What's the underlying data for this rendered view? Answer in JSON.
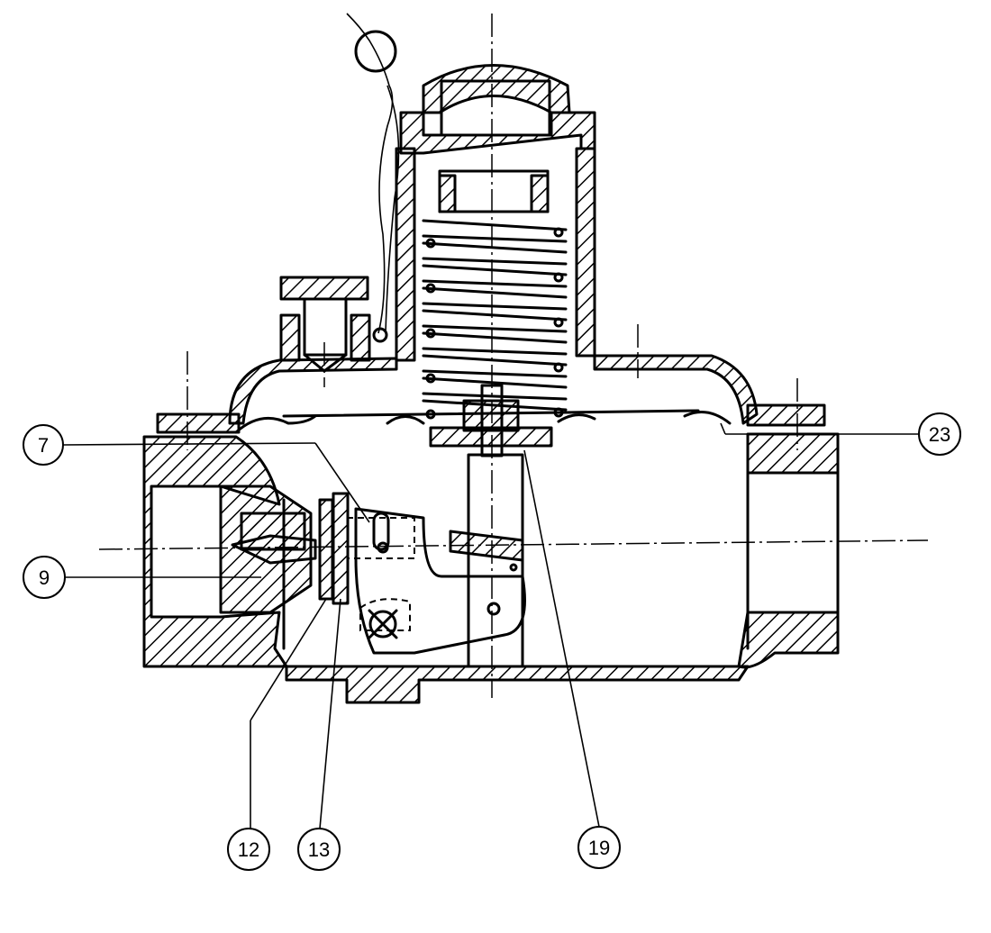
{
  "callouts": [
    {
      "id": "7",
      "label": "7"
    },
    {
      "id": "9",
      "label": "9"
    },
    {
      "id": "12",
      "label": "12"
    },
    {
      "id": "13",
      "label": "13"
    },
    {
      "id": "19",
      "label": "19"
    },
    {
      "id": "23",
      "label": "23"
    }
  ]
}
